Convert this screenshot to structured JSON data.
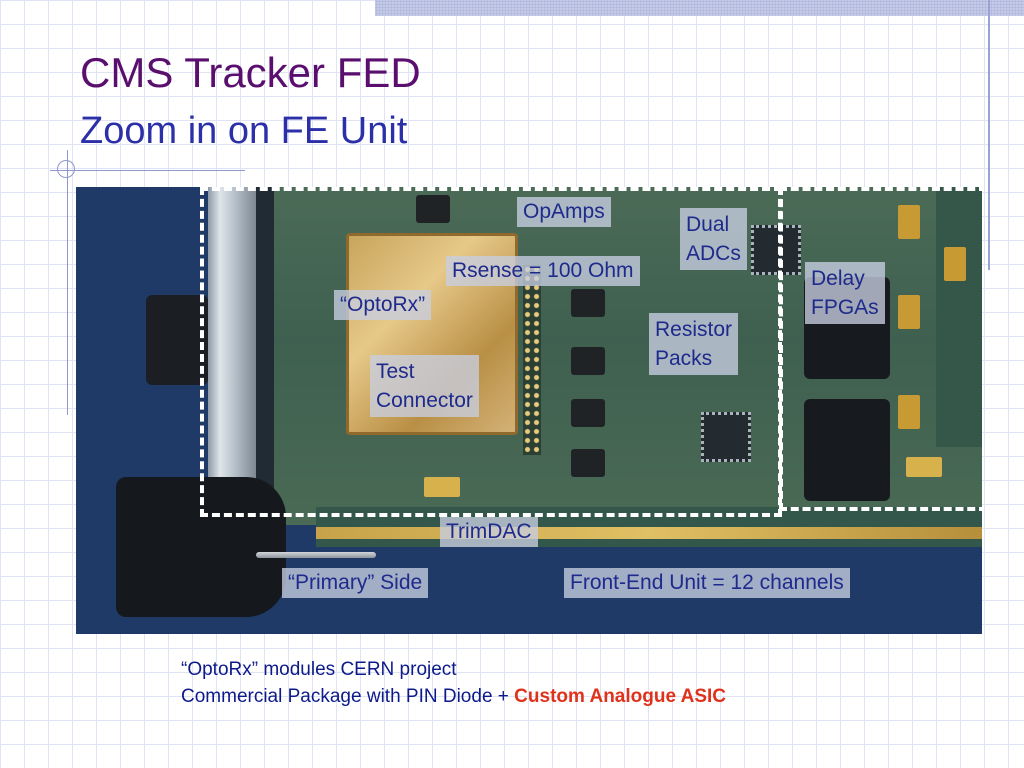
{
  "slide": {
    "title": "CMS Tracker FED",
    "subtitle": "Zoom in on FE Unit"
  },
  "photo_labels": {
    "opamps": "OpAmps",
    "dual_adcs_1": "Dual",
    "dual_adcs_2": "ADCs",
    "rsense": "Rsense = 100 Ohm",
    "optorx": "“OptoRx”",
    "delay_fpgas_1": "Delay",
    "delay_fpgas_2": "FPGAs",
    "resistor_packs_1": "Resistor",
    "resistor_packs_2": "Packs",
    "test_connector_1": "Test",
    "test_connector_2": "Connector",
    "trimdac": "TrimDAC",
    "primary_side": "“Primary” Side",
    "front_end_unit": "Front-End Unit = 12 channels"
  },
  "caption": {
    "line1": "“OptoRx” modules CERN project",
    "line2_prefix": "Commercial Package with PIN Diode + ",
    "line2_highlight": "Custom Analogue ASIC"
  },
  "colors": {
    "title": "#5a0f6e",
    "subtitle": "#2b2fa8",
    "label_text": "#1e2a8c",
    "highlight": "#e0321a"
  }
}
